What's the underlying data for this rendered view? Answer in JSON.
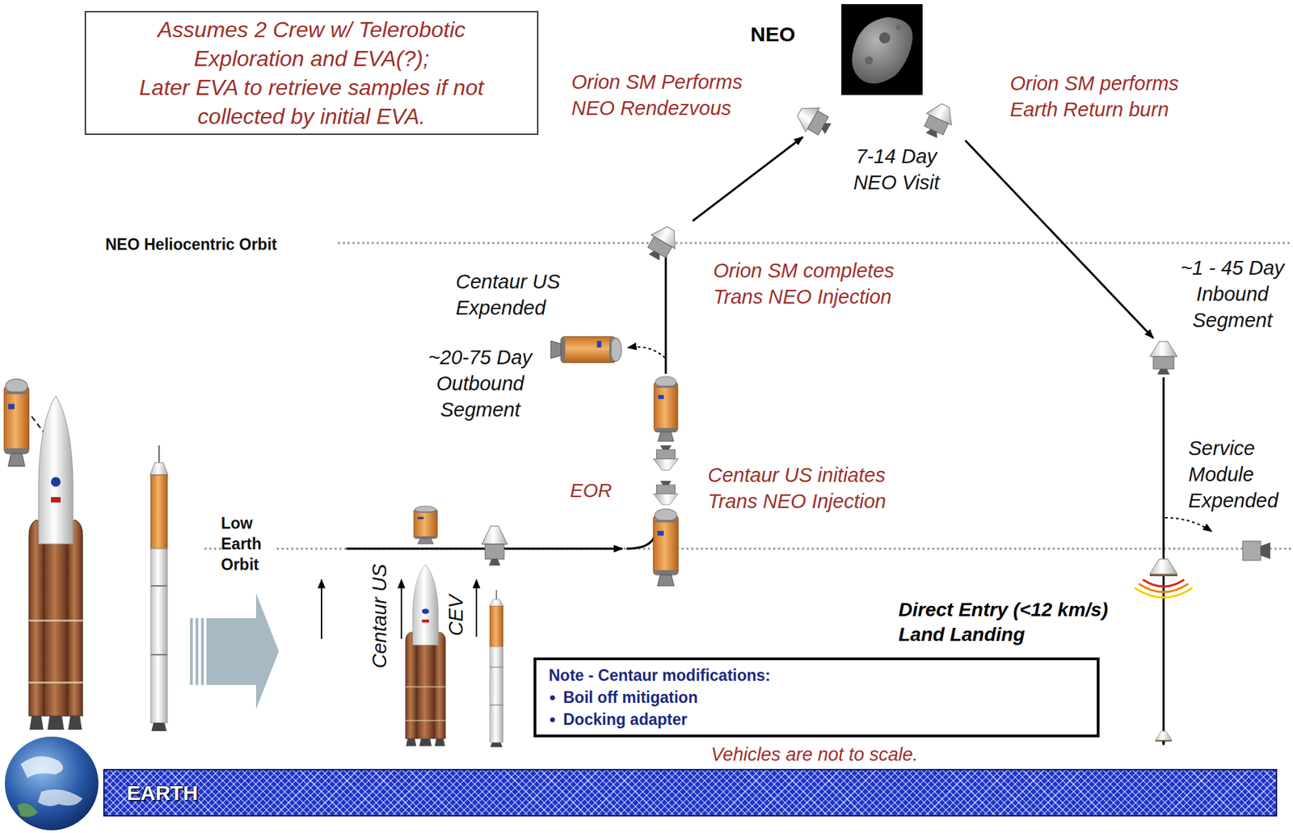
{
  "diagram": {
    "nodes": [
      {
        "text": [
          "Assumes 2 Crew w/ Telerobotic Exploration and EVA(?);",
          "Later EVA to retrieve samples if not collected by initial EVA."
        ]
      },
      {
        "text": [
          "NEO"
        ]
      },
      {
        "text": [
          "Note - Centaur modifications:",
          "Boil off mitigation",
          "Docking adapter"
        ]
      },
      {
        "text": [
          "EARTH"
        ]
      }
    ],
    "labels": [
      "Orion SM Performs NEO Rendezvous",
      "Orion SM performs Earth Return burn",
      "7-14 Day NEO Visit",
      "NEO Heliocentric Orbit",
      "Orion SM completes Trans NEO Injection",
      "~1 - 45 Day Inbound Segment",
      "Centaur US Expended",
      "~20-75 Day Outbound Segment",
      "EOR",
      "Centaur US initiates Trans NEO Injection",
      "Service Module Expended",
      "Low Earth Orbit",
      "Centaur US",
      "CEV",
      "Direct Entry (<12 km/s) Land Landing",
      "Vehicles are not to scale."
    ]
  }
}
